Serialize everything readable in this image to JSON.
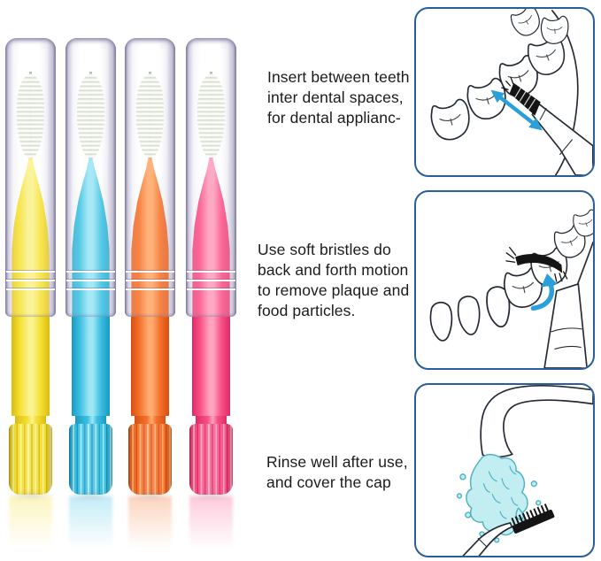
{
  "steps": [
    {
      "text_lines": [
        "Insert between teeth",
        "inter dental spaces,",
        "for dental applianc-"
      ],
      "illustration": "insert-brush-between-teeth"
    },
    {
      "text_lines": [
        "Use soft bristles do",
        "back and forth motion",
        "to remove plaque and",
        "food particles."
      ],
      "illustration": "back-and-forth-motion-on-teeth"
    },
    {
      "text_lines": [
        "Rinse well after use,",
        "and cover the cap"
      ],
      "illustration": "rinse-brush-under-faucet"
    }
  ],
  "colors": {
    "box_border": "#2a5d9c",
    "line_art": "#232a33",
    "motion_arrow": "#2b9fd9",
    "water_fill": "#c2eef2",
    "water_stroke": "#4fb3c4",
    "brush_head": "#141414"
  },
  "brushes": [
    {
      "name": "yellow",
      "color": "#f4e033",
      "color_dark": "#dcba12",
      "color_light": "#fbf292"
    },
    {
      "name": "blue",
      "color": "#3cc0e2",
      "color_dark": "#1899c2",
      "color_light": "#9fe6f4"
    },
    {
      "name": "orange",
      "color": "#f4712b",
      "color_dark": "#d94f12",
      "color_light": "#ffab70"
    },
    {
      "name": "pink",
      "color": "#f95287",
      "color_dark": "#df2a66",
      "color_light": "#ffa3c0"
    }
  ]
}
